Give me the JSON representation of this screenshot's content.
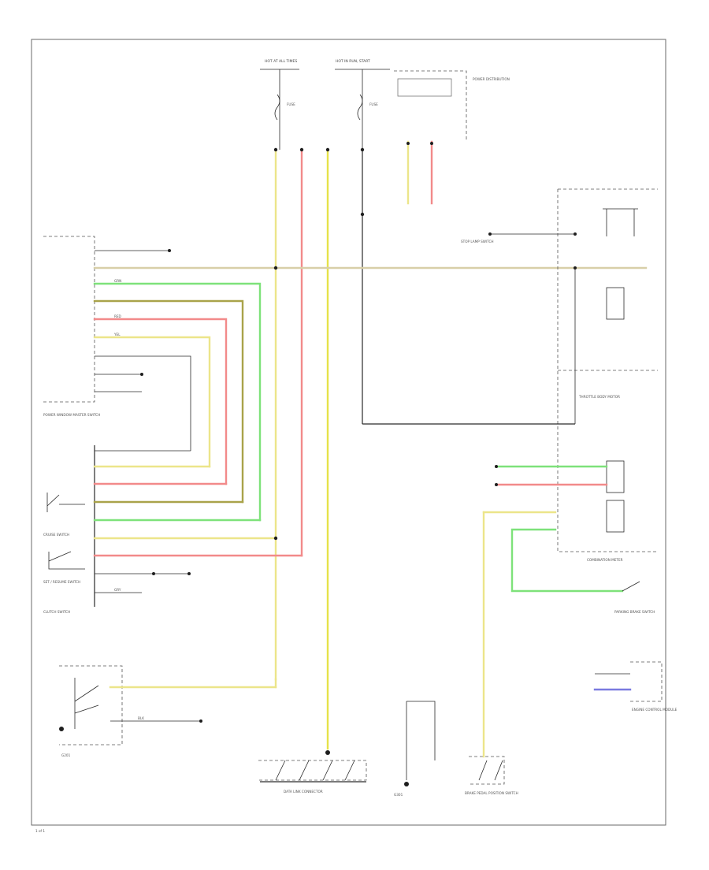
{
  "colors": {
    "yellow": "#ece58a",
    "green": "#7ee27a",
    "red": "#f28a8a",
    "olive": "#a9a34a",
    "tan": "#d8cfa8",
    "black": "#222222",
    "frame": "#6a6a6a"
  },
  "labels": {
    "fuse1": "HOT AT ALL TIMES",
    "fuse2": "HOT IN RUN, START",
    "fuse_a": "FUSE",
    "fuse_b": "FUSE",
    "relay_box": "POWER DISTRIBUTION",
    "left_module": "POWER WINDOW MASTER SWITCH",
    "cruise_switch": "CRUISE SWITCH",
    "set_switch": "SET / RESUME SWITCH",
    "clutch_switch": "CLUTCH SWITCH",
    "ground_mid": "G301",
    "ground_left": "G201",
    "combo_meter": "COMBINATION METER",
    "brake_switch": "STOP LAMP SWITCH",
    "bottom_left_ground": "ENGINE CONTROL MODULE",
    "bottom_center": "DATA LINK CONNECTOR",
    "bottom_right": "BRAKE PEDAL POSITION SWITCH",
    "right_lower": "PARKING BRAKE SWITCH",
    "right_mid": "THROTTLE BODY MOTOR",
    "page_number": "1 of 1"
  },
  "wire_labels": {
    "yel": "YEL",
    "grn": "GRN",
    "red": "RED",
    "blk": "BLK",
    "gry": "GRY"
  }
}
